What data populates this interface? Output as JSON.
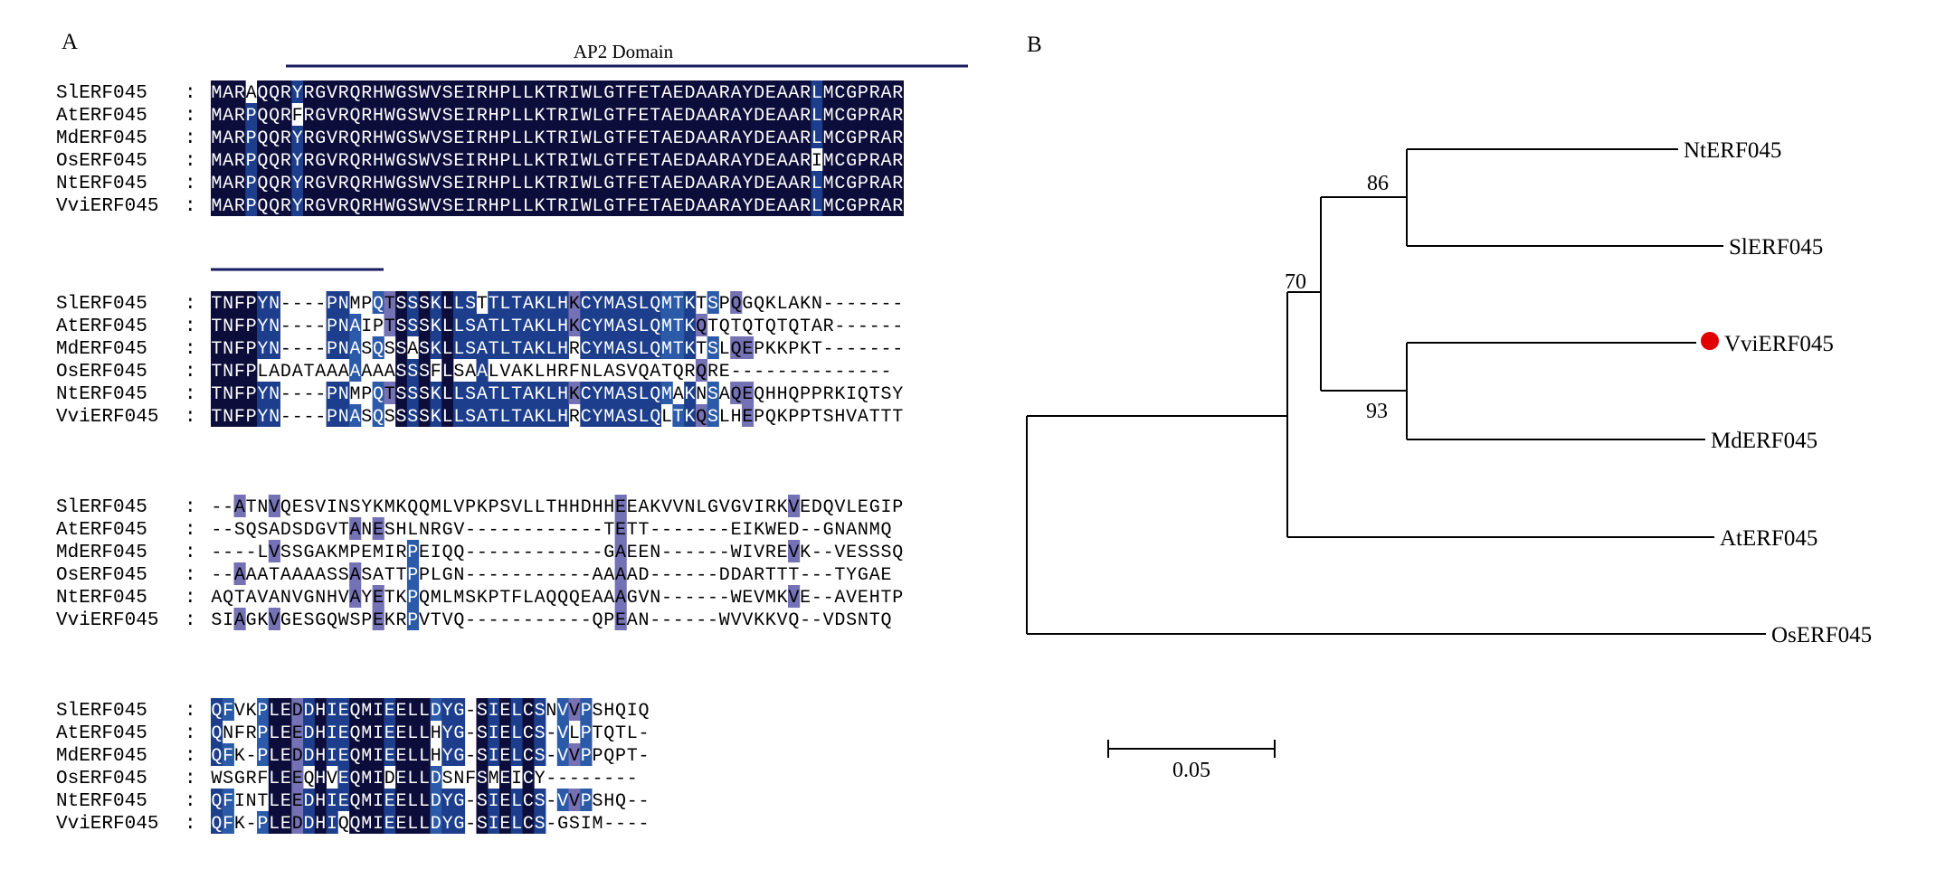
{
  "panel_a": {
    "label": "A",
    "domain_label": "AP2 Domain",
    "blocks": [
      {
        "rows": [
          {
            "name": "SlERF045",
            "seq": "MARAQQRYRGVRQRHWGSWVSEIRHPLLKTRIWLGTFETAEDAARAYDEAARLMCGPRAR"
          },
          {
            "name": "AtERF045",
            "seq": "MARPQQRFRGVRQRHWGSWVSEIRHPLLKTRIWLGTFETAEDAARAYDEAARLMCGPRAR"
          },
          {
            "name": "MdERF045",
            "seq": "MARPQQRYRGVRQRHWGSWVSEIRHPLLKTRIWLGTFETAEDAARAYDEAARLMCGPRAR"
          },
          {
            "name": "OsERF045",
            "seq": "MARPQQRYRGVRQRHWGSWVSEIRHPLLKTRIWLGTFETAEDAARAYDEAARIMCGPRAR"
          },
          {
            "name": "NtERF045",
            "seq": "MARPQQRYRGVRQRHWGSWVSEIRHPLLKTRIWLGTFETAEDAARAYDEAARLMCGPRAR"
          },
          {
            "name": "VviERF045",
            "seq": "MARPQQRYRGVRQRHWGSWVSEIRHPLLKTRIWLGTFETAEDAARAYDEAARLMCGPRAR"
          }
        ]
      },
      {
        "rows": [
          {
            "name": "SlERF045",
            "seq": "TNFPYN----PNMPQTSSSKLLSTTLTAKLHKCYMASLQMTKTSPQGQKLAKN-------"
          },
          {
            "name": "AtERF045",
            "seq": "TNFPYN----PNAIPTSSSKLLSATLTAKLHKCYMASLQMTKQTQTQTQTQTAR------"
          },
          {
            "name": "MdERF045",
            "seq": "TNFPYN----PNASQSSASKLLSATLTAKLHRCYMASLQMTKTSLQEPKKPKT-------"
          },
          {
            "name": "OsERF045",
            "seq": "TNFPLADATAAAAAAASSSFLSAALVAKLHRFNLASVQATQRQRE--------------"
          },
          {
            "name": "NtERF045",
            "seq": "TNFPYN----PNMPQTSSSKLLSATLTAKLHKCYMASLQMAKNSAQEQHHQPPRKIQTSY"
          },
          {
            "name": "VviERF045",
            "seq": "TNFPYN----PNASQSSSSKLLSATLTAKLHRCYMASLQLTKQSLHEPQKPPTSHVATTT"
          }
        ]
      },
      {
        "rows": [
          {
            "name": "SlERF045",
            "seq": "--ATNVQESVINSYKMKQQMLVPKPSVLLTHHDHHEEAKVVNLGVGVIRKVEDQVLEGIP"
          },
          {
            "name": "AtERF045",
            "seq": "--SQSADSDGVTANESHLNRGV------------TETT-------EIKWED--GNANMQ"
          },
          {
            "name": "MdERF045",
            "seq": "----LVSSGAKMPEMIRPEIQQ------------GAEEN------WIVREVK--VESSSQ"
          },
          {
            "name": "OsERF045",
            "seq": "--AAATAAAASSASATTPPLGN-----------AAAAD------DDARTTT---TYGAE"
          },
          {
            "name": "NtERF045",
            "seq": "AQTAVANVGNHVAYETKPQMLMSKPTFLAQQQEAAAGVN------WEVMKVE--AVEHTP"
          },
          {
            "name": "VviERF045",
            "seq": "SIAGKVGESGQWSPEKRPVTVQ-----------QPEAN------WVVKKVQ--VDSNTQ"
          }
        ]
      },
      {
        "rows": [
          {
            "name": "SlERF045",
            "seq": "QFVKPLEDDHIEQMIEELLDYG-SIELCSNVVPSHQIQ"
          },
          {
            "name": "AtERF045",
            "seq": "QNFRPLEEDHIEQMIEELLHYG-SIELCS-VLPTQTL-"
          },
          {
            "name": "MdERF045",
            "seq": "QFK-PLEDDHIEQMIEELLHYG-SIELCS-VVPPQPT-"
          },
          {
            "name": "OsERF045",
            "seq": "WSGRFLEEQHVEQMIDELLDSNFSMEICY--------"
          },
          {
            "name": "NtERF045",
            "seq": "QFINTLEEDHIEQMIEELLDYG-SIELCS-VVPSHQ--"
          },
          {
            "name": "VviERF045",
            "seq": "QFK-PLEDDHIQQMIEELLDYG-SIELCS-GSIM----"
          }
        ]
      }
    ],
    "colors": {
      "identical": "#0c0d3a",
      "high": "#1c3e8c",
      "medium": "#7471b4",
      "low": "#2a5aa8",
      "domain_bar": "#1a1a60"
    }
  },
  "panel_b": {
    "label": "B",
    "leaves": [
      "NtERF045",
      "SlERF045",
      "VviERF045",
      "MdERF045",
      "AtERF045",
      "OsERF045"
    ],
    "bootstraps": [
      "86",
      "70",
      "93"
    ],
    "scale_label": "0.05",
    "highlight_leaf": "VviERF045",
    "highlight_color": "#e00000"
  }
}
